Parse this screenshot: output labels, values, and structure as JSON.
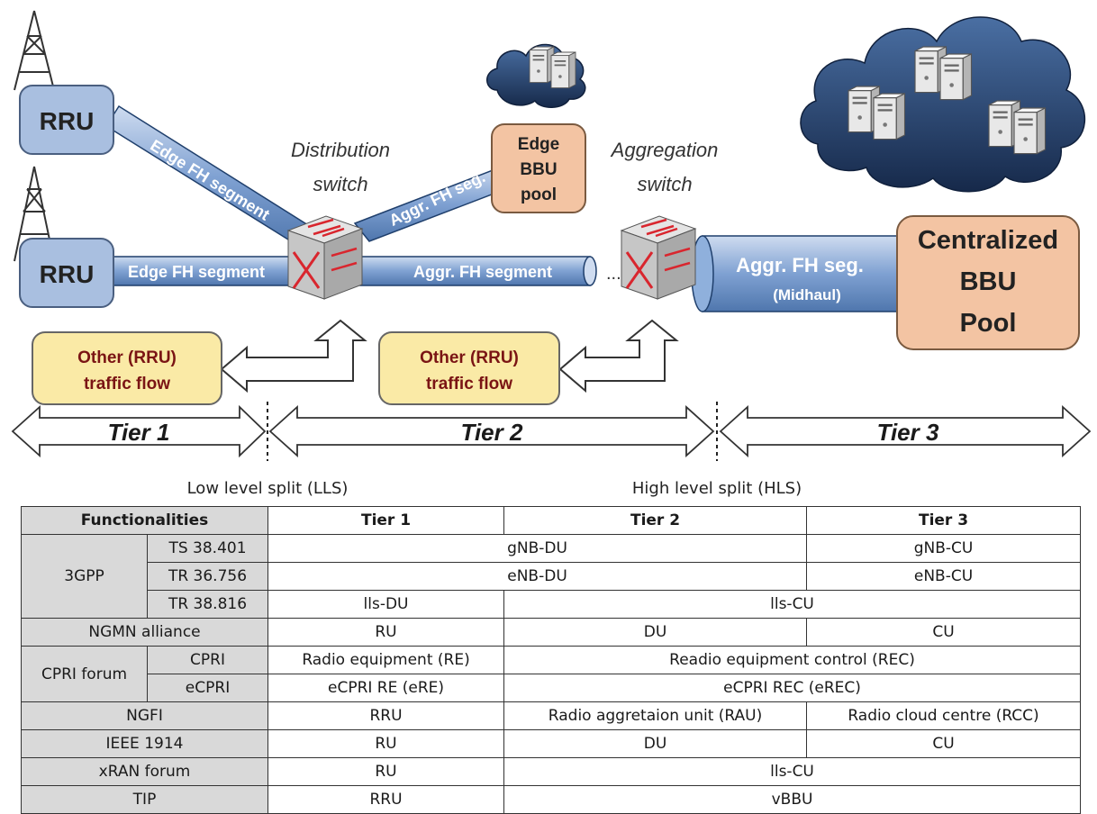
{
  "diagram": {
    "rru_top": "RRU",
    "rru_bottom": "RRU",
    "edge_fh_diag": "Edge FH segment",
    "edge_fh_horiz": "Edge FH segment",
    "aggr_fh_seg_diag": "Aggr. FH seg.",
    "aggr_fh_segment": "Aggr. FH segment",
    "ellipsis": "...",
    "distribution_switch": [
      "Distribution",
      "switch"
    ],
    "aggregation_switch": [
      "Aggregation",
      "switch"
    ],
    "edge_bbu": [
      "Edge",
      "BBU",
      "pool"
    ],
    "midhaul_main": "Aggr. FH seg.",
    "midhaul_sub": "(Midhaul)",
    "central_bbu": [
      "Centralized",
      "BBU",
      "Pool"
    ],
    "other_flow_1": [
      "Other (RRU)",
      "traffic flow"
    ],
    "other_flow_2": [
      "Other (RRU)",
      "traffic flow"
    ],
    "tier1": "Tier 1",
    "tier2": "Tier 2",
    "tier3": "Tier 3",
    "lls": "Low level split (LLS)",
    "hls": "High level split (HLS)",
    "colors": {
      "rru_fill": "#a9bfe0",
      "bbu_fill": "#f3c4a3",
      "flow_fill": "#faeaa6",
      "cable": "#6f95cc",
      "switch": "#c9c9c9",
      "arrow_red": "#d9262e",
      "cloud": "#2d4e7e"
    }
  },
  "table": {
    "header": {
      "functionalities": "Functionalities",
      "tier1": "Tier 1",
      "tier2": "Tier 2",
      "tier3": "Tier 3"
    },
    "group_3gpp": "3GPP",
    "ts38401": {
      "label": "TS 38.401",
      "t12": "gNB-DU",
      "t3": "gNB-CU"
    },
    "tr36756": {
      "label": "TR 36.756",
      "t12": "eNB-DU",
      "t3": "eNB-CU"
    },
    "tr38816": {
      "label": "TR 38.816",
      "t1": "lls-DU",
      "t23": "lls-CU"
    },
    "ngmn": {
      "label": "NGMN alliance",
      "t1": "RU",
      "t2": "DU",
      "t3": "CU"
    },
    "group_cpri": "CPRI forum",
    "cpri": {
      "label": "CPRI",
      "t1": "Radio equipment (RE)",
      "t23": "Readio equipment control (REC)"
    },
    "ecpri": {
      "label": "eCPRI",
      "t1": "eCPRI RE (eRE)",
      "t23": "eCPRI REC (eREC)"
    },
    "ngfi": {
      "label": "NGFI",
      "t1": "RRU",
      "t2": "Radio aggretaion unit (RAU)",
      "t3": "Radio cloud centre (RCC)"
    },
    "ieee": {
      "label": "IEEE 1914",
      "t1": "RU",
      "t2": "DU",
      "t3": "CU"
    },
    "xran": {
      "label": "xRAN forum",
      "t1": "RU",
      "t23": "lls-CU"
    },
    "tip": {
      "label": "TIP",
      "t1": "RRU",
      "t23": "vBBU"
    }
  }
}
